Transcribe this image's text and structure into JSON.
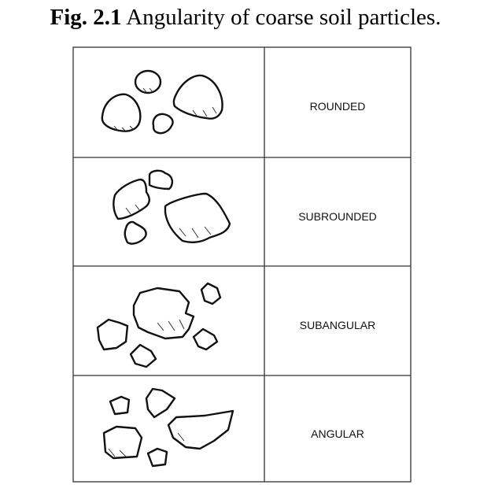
{
  "caption": {
    "label": "Fig. 2.1",
    "text": " Angularity of coarse soil particles."
  },
  "rows": [
    {
      "label": "ROUNDED"
    },
    {
      "label": "SUBROUNDED"
    },
    {
      "label": "SUBANGULAR"
    },
    {
      "label": "ANGULAR"
    }
  ]
}
